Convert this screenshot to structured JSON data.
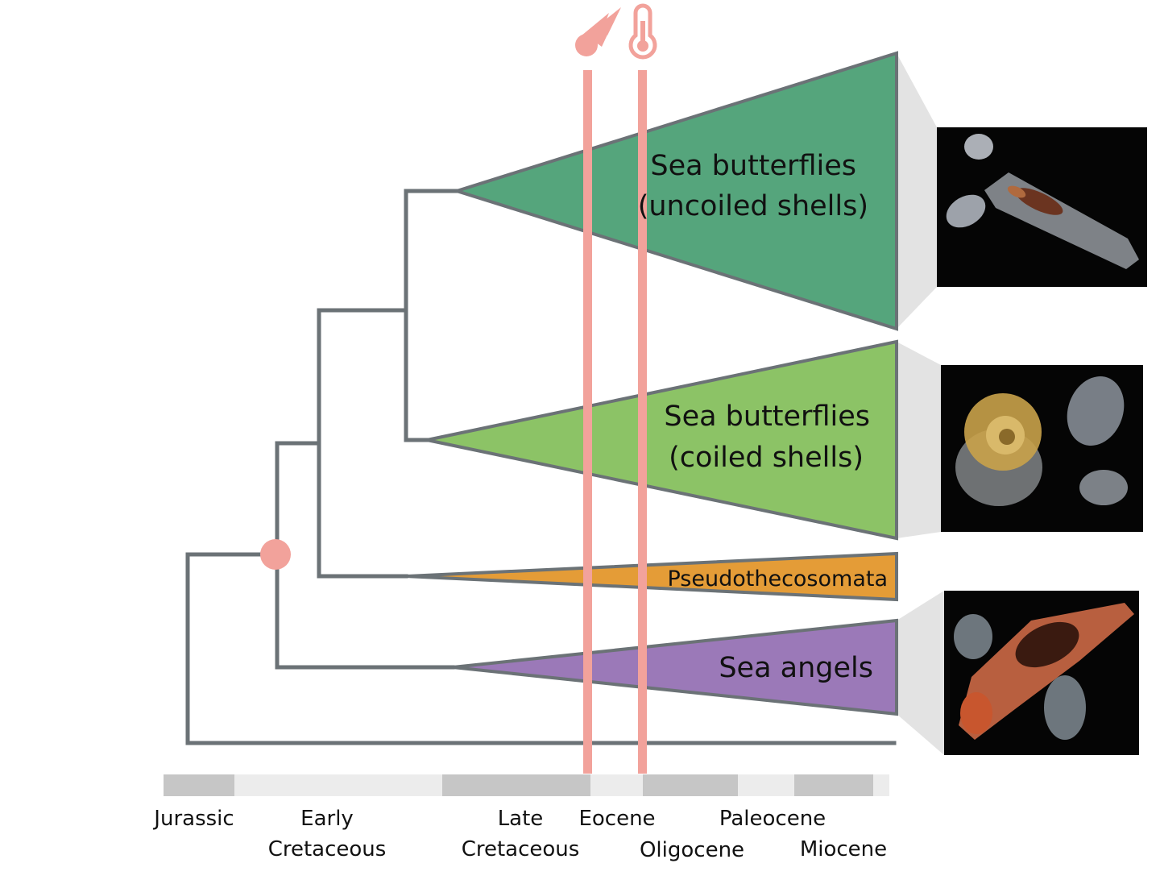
{
  "colors": {
    "branch": "#6b7276",
    "event_line": "#f2a29b",
    "node_marker": "#f2a29b",
    "photo_shade": "#e3e3e3",
    "photo_bg": "#050505",
    "timeline_dark": "#c6c6c6",
    "timeline_light": "#ececec"
  },
  "event_icons": [
    {
      "name": "meteor-icon"
    },
    {
      "name": "thermometer-icon"
    }
  ],
  "clades": [
    {
      "id": "uncoiled",
      "line1": "Sea butterflies",
      "line2": "(uncoiled shells)",
      "color": "#55a57c"
    },
    {
      "id": "coiled",
      "line1": "Sea butterflies",
      "line2": "(coiled shells)",
      "color": "#8cc366"
    },
    {
      "id": "pseudo",
      "line1": "Pseudothecosomata",
      "line2": "",
      "color": "#e49c37"
    },
    {
      "id": "angels",
      "line1": "Sea angels",
      "line2": "",
      "color": "#9b79b8"
    }
  ],
  "photos": [
    {
      "subject": "sea-butterfly-uncoiled-photo"
    },
    {
      "subject": "sea-butterfly-coiled-photo"
    },
    {
      "subject": "sea-angel-photo"
    }
  ],
  "periods": [
    {
      "line1": "Jurassic",
      "line2": ""
    },
    {
      "line1": "Early",
      "line2": "Cretaceous"
    },
    {
      "line1": "Late",
      "line2": "Cretaceous"
    },
    {
      "line1": "Eocene",
      "line2": ""
    },
    {
      "line1": "",
      "line2": "Oligocene"
    },
    {
      "line1": "Paleocene",
      "line2": ""
    },
    {
      "line1": "",
      "line2": "Miocene"
    }
  ]
}
